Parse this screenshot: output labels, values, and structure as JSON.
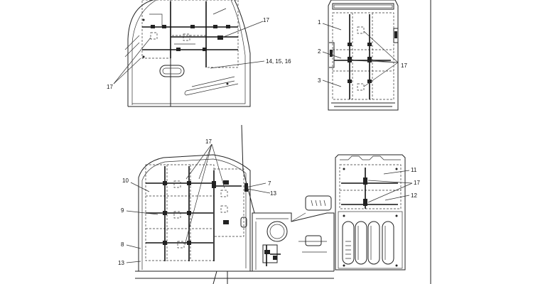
{
  "callouts": {
    "c1": "1",
    "c2": "2",
    "c3": "3",
    "c7": "7",
    "c8": "8",
    "c9": "9",
    "c10": "10",
    "c11": "11",
    "c12": "12",
    "c13a": "13",
    "c13b": "13",
    "c14": "14, 15, 16",
    "c17a": "17",
    "c17b": "17",
    "c17c": "17",
    "c17d": "17",
    "c17e": "17"
  },
  "icons": {
    "view_top_left": "cab-side-view-diagram",
    "view_top_right": "cab-rear-view-diagram",
    "view_bottom_left": "machine-side-view-diagram",
    "view_bottom_right": "cab-front-view-diagram"
  }
}
